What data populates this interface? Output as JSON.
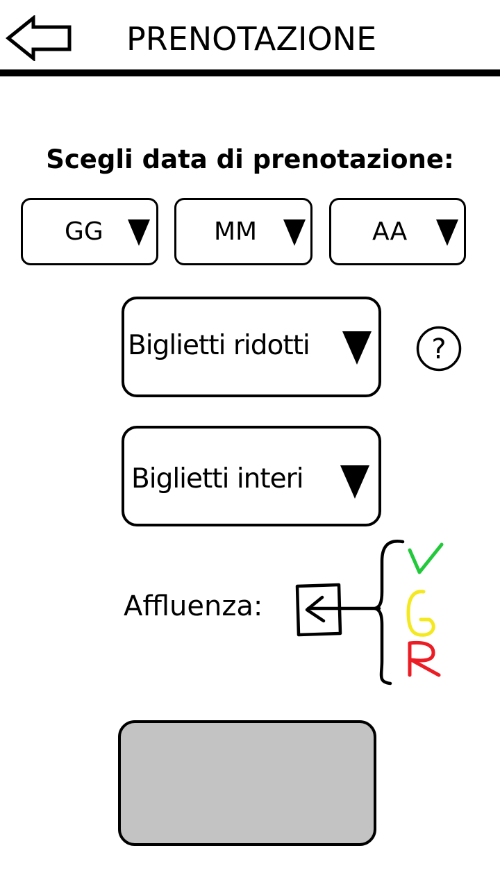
{
  "header": {
    "title": "PRENOTAZIONE",
    "back_icon": "back-arrow-icon"
  },
  "date_section": {
    "heading": "Scegli data di prenotazione:",
    "day_select": {
      "value": "GG"
    },
    "month_select": {
      "value": "MM"
    },
    "year_select": {
      "value": "AA"
    }
  },
  "tickets": {
    "reduced_select": {
      "value": "Biglietti ridotti"
    },
    "full_select": {
      "value": "Biglietti interi"
    },
    "help_icon": "question-mark-icon"
  },
  "affluenza": {
    "label": "Affluenza:",
    "levels": [
      {
        "letter": "V",
        "color": "#22c93a"
      },
      {
        "letter": "G",
        "color": "#f4e81f"
      },
      {
        "letter": "R",
        "color": "#ec1c24"
      }
    ]
  },
  "submit": {
    "label": "",
    "color": "#c3c3c3"
  }
}
